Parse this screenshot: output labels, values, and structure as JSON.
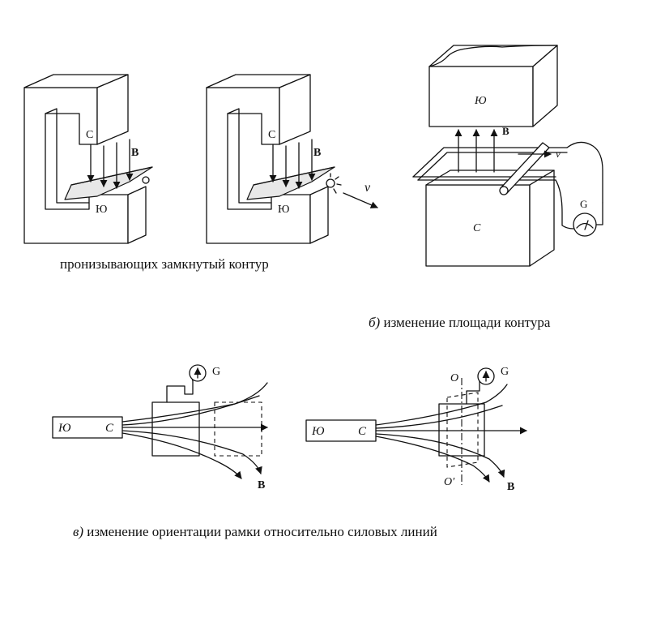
{
  "captions": {
    "a": "пронизывающих замкнутый контур",
    "b_letter": "б)",
    "b_text": " изменение площади контура",
    "c_letter": "в)",
    "c_text": " изменение ориентации рамки относительно силовых линий"
  },
  "labels": {
    "S": "С",
    "N": "Ю",
    "B": "B",
    "v": "v",
    "G": "G",
    "O": "O",
    "O_prime": "O′"
  }
}
